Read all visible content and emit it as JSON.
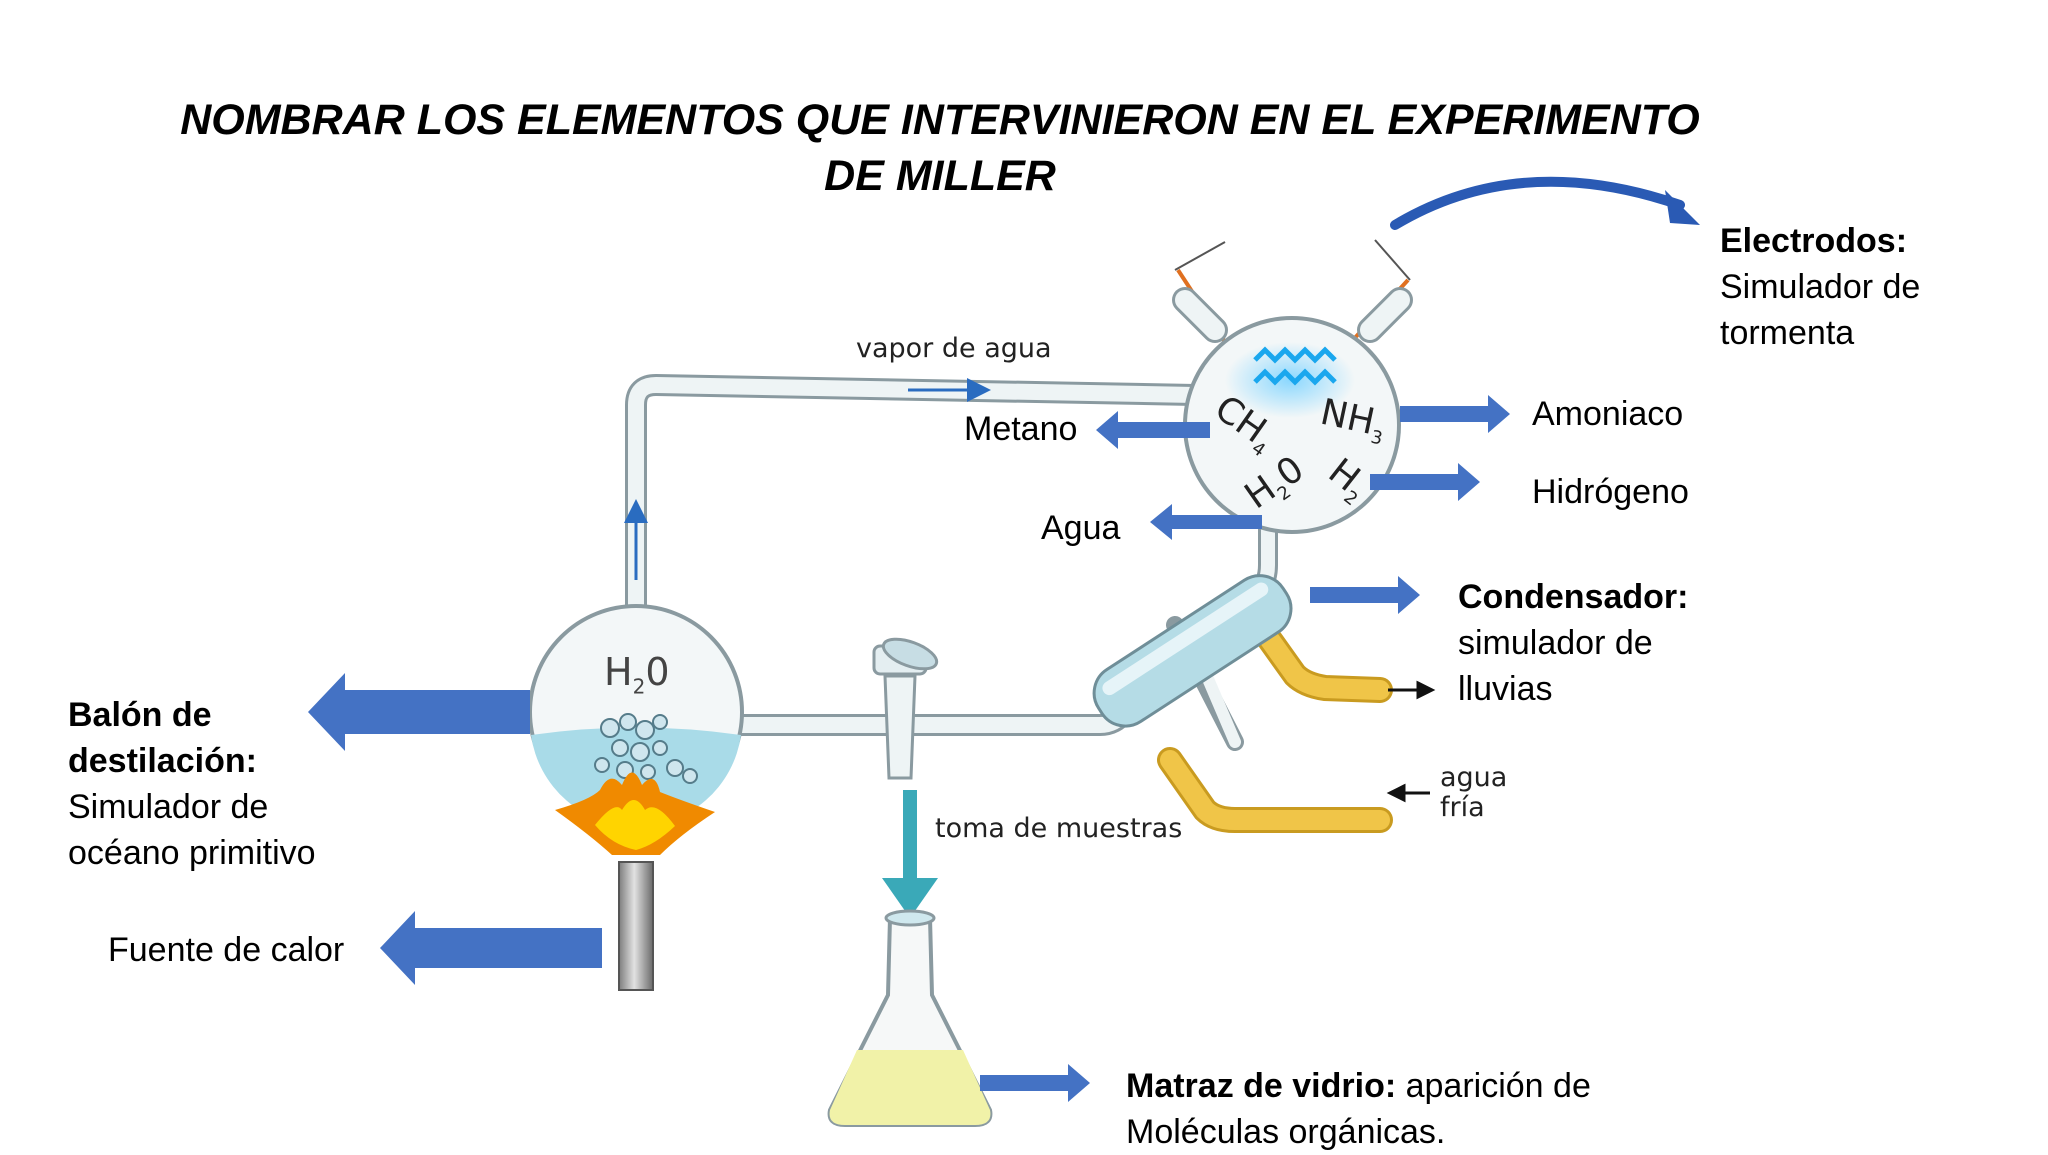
{
  "title": {
    "line1": "NOMBRAR LOS ELEMENTOS QUE INTERVINIERON EN EL EXPERIMENTO",
    "line2": "DE MILLER"
  },
  "diagram_labels": {
    "vapor": "vapor de agua",
    "h2o_balloon": "H",
    "h2o_balloon_sub": "2",
    "h2o_balloon_tail": "0",
    "ch4": "CH",
    "ch4_sub": "4",
    "nh3": "NH",
    "nh3_sub": "3",
    "h2o_sphere": "H",
    "h2o_sphere_sub": "2",
    "h2o_sphere_tail": "0",
    "h2": "H",
    "h2_sub": "2",
    "toma": "toma de muestras",
    "agua_fria_1": "agua",
    "agua_fria_2": "fría"
  },
  "annotations": {
    "electrodos": {
      "title": "Electrodos:",
      "line1": "Simulador de",
      "line2": "tormenta"
    },
    "amoniaco": "Amoniaco",
    "hidrogeno": "Hidrógeno",
    "metano": "Metano",
    "agua": "Agua",
    "condensador": {
      "title": "Condensador:",
      "line1": "simulador de",
      "line2": "lluvias"
    },
    "balon": {
      "title1": "Balón de",
      "title2": "destilación:",
      "line1": "Simulador de",
      "line2": "océano primitivo"
    },
    "fuente": "Fuente de calor",
    "matraz": {
      "title": "Matraz de vidrio:",
      "rest": " aparición de",
      "line2": "Moléculas orgánicas."
    }
  },
  "colors": {
    "arrow_blue": "#4472c4",
    "water": "#a9dbe8",
    "glass_stroke": "#8a9aa0",
    "condenser": "#b5dce6",
    "yellow_tube": "#f0c548",
    "flame_outer": "#f08a00",
    "flame_inner": "#ffd400",
    "spark": "#1aa7ee",
    "teal_arrow": "#3aa9b8",
    "flask_liquid": "#f1f2a8"
  }
}
